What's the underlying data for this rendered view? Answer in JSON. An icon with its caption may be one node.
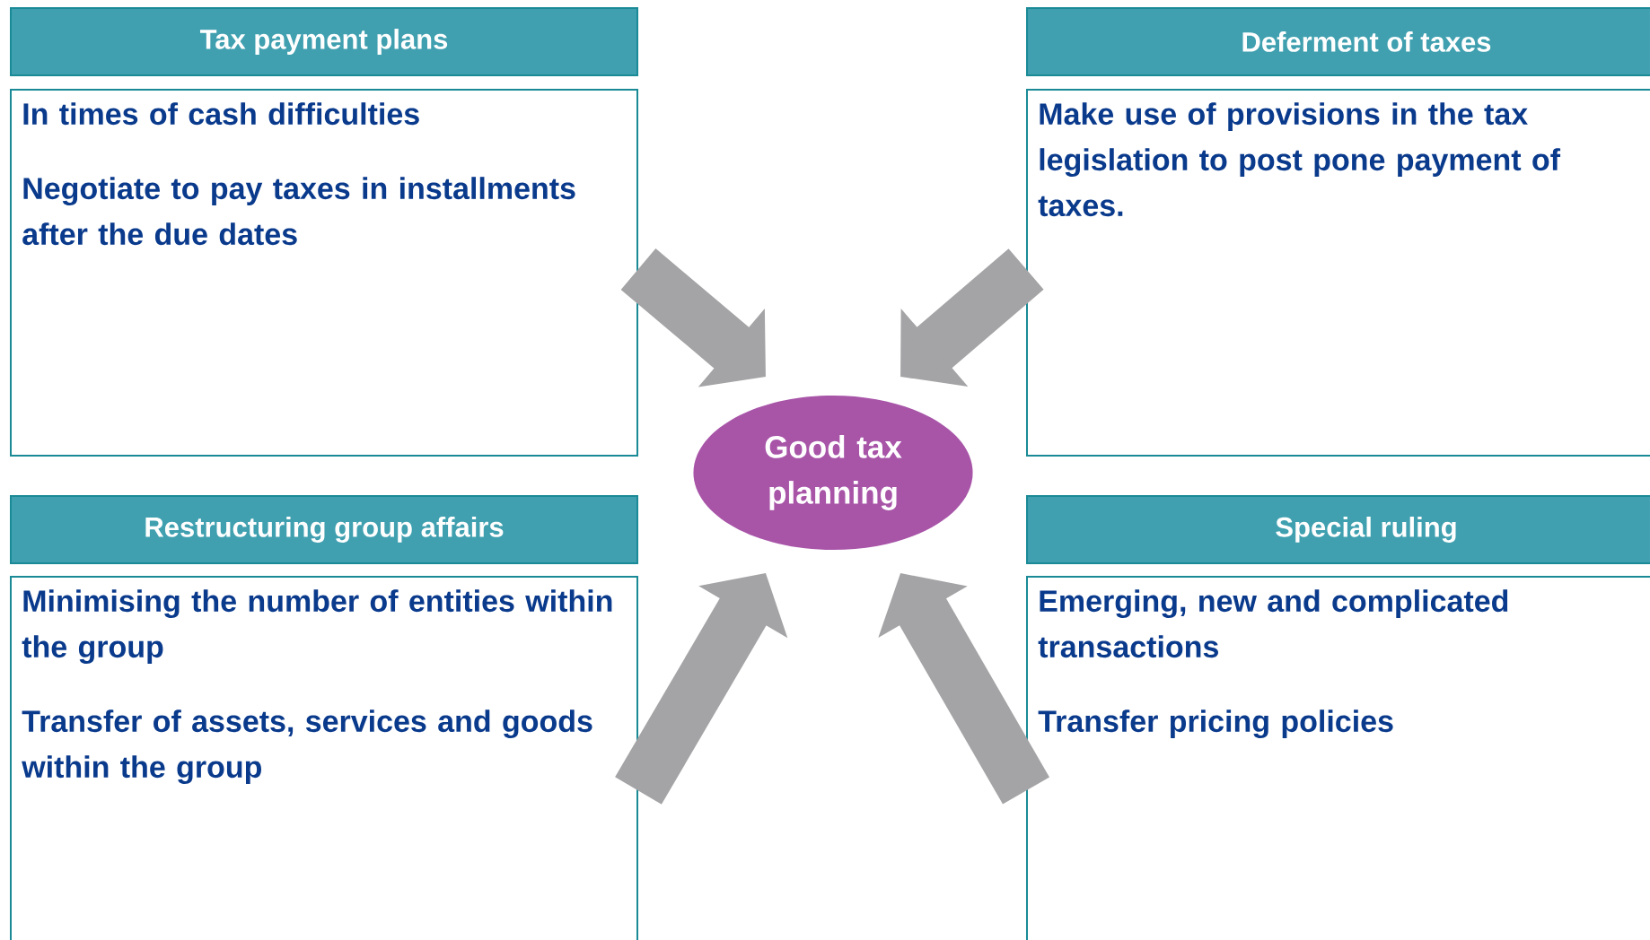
{
  "diagram": {
    "nodes": [
      {
        "text": [
          "Tax payment plans"
        ]
      },
      {
        "text": [
          "In times of cash difficulties",
          "Negotiate to pay taxes in installments after the due dates"
        ]
      },
      {
        "text": [
          "Deferment of taxes"
        ]
      },
      {
        "text": [
          "Make use of provisions in the tax legislation to post pone payment of taxes."
        ]
      },
      {
        "text": [
          "Good tax planning"
        ]
      },
      {
        "text": [
          "Restructuring group affairs"
        ]
      },
      {
        "text": [
          "Minimising the number of entities within the group",
          "Transfer of assets, services and goods within the group"
        ]
      },
      {
        "text": [
          "Special ruling"
        ]
      },
      {
        "text": [
          "Emerging, new and complicated transactions",
          "Transfer pricing policies"
        ]
      }
    ],
    "edges": [
      {
        "from": 1,
        "to": 4,
        "arrow": "to"
      },
      {
        "from": 3,
        "to": 4,
        "arrow": "to"
      },
      {
        "from": 6,
        "to": 4,
        "arrow": "to"
      },
      {
        "from": 8,
        "to": 4,
        "arrow": "to"
      }
    ]
  }
}
